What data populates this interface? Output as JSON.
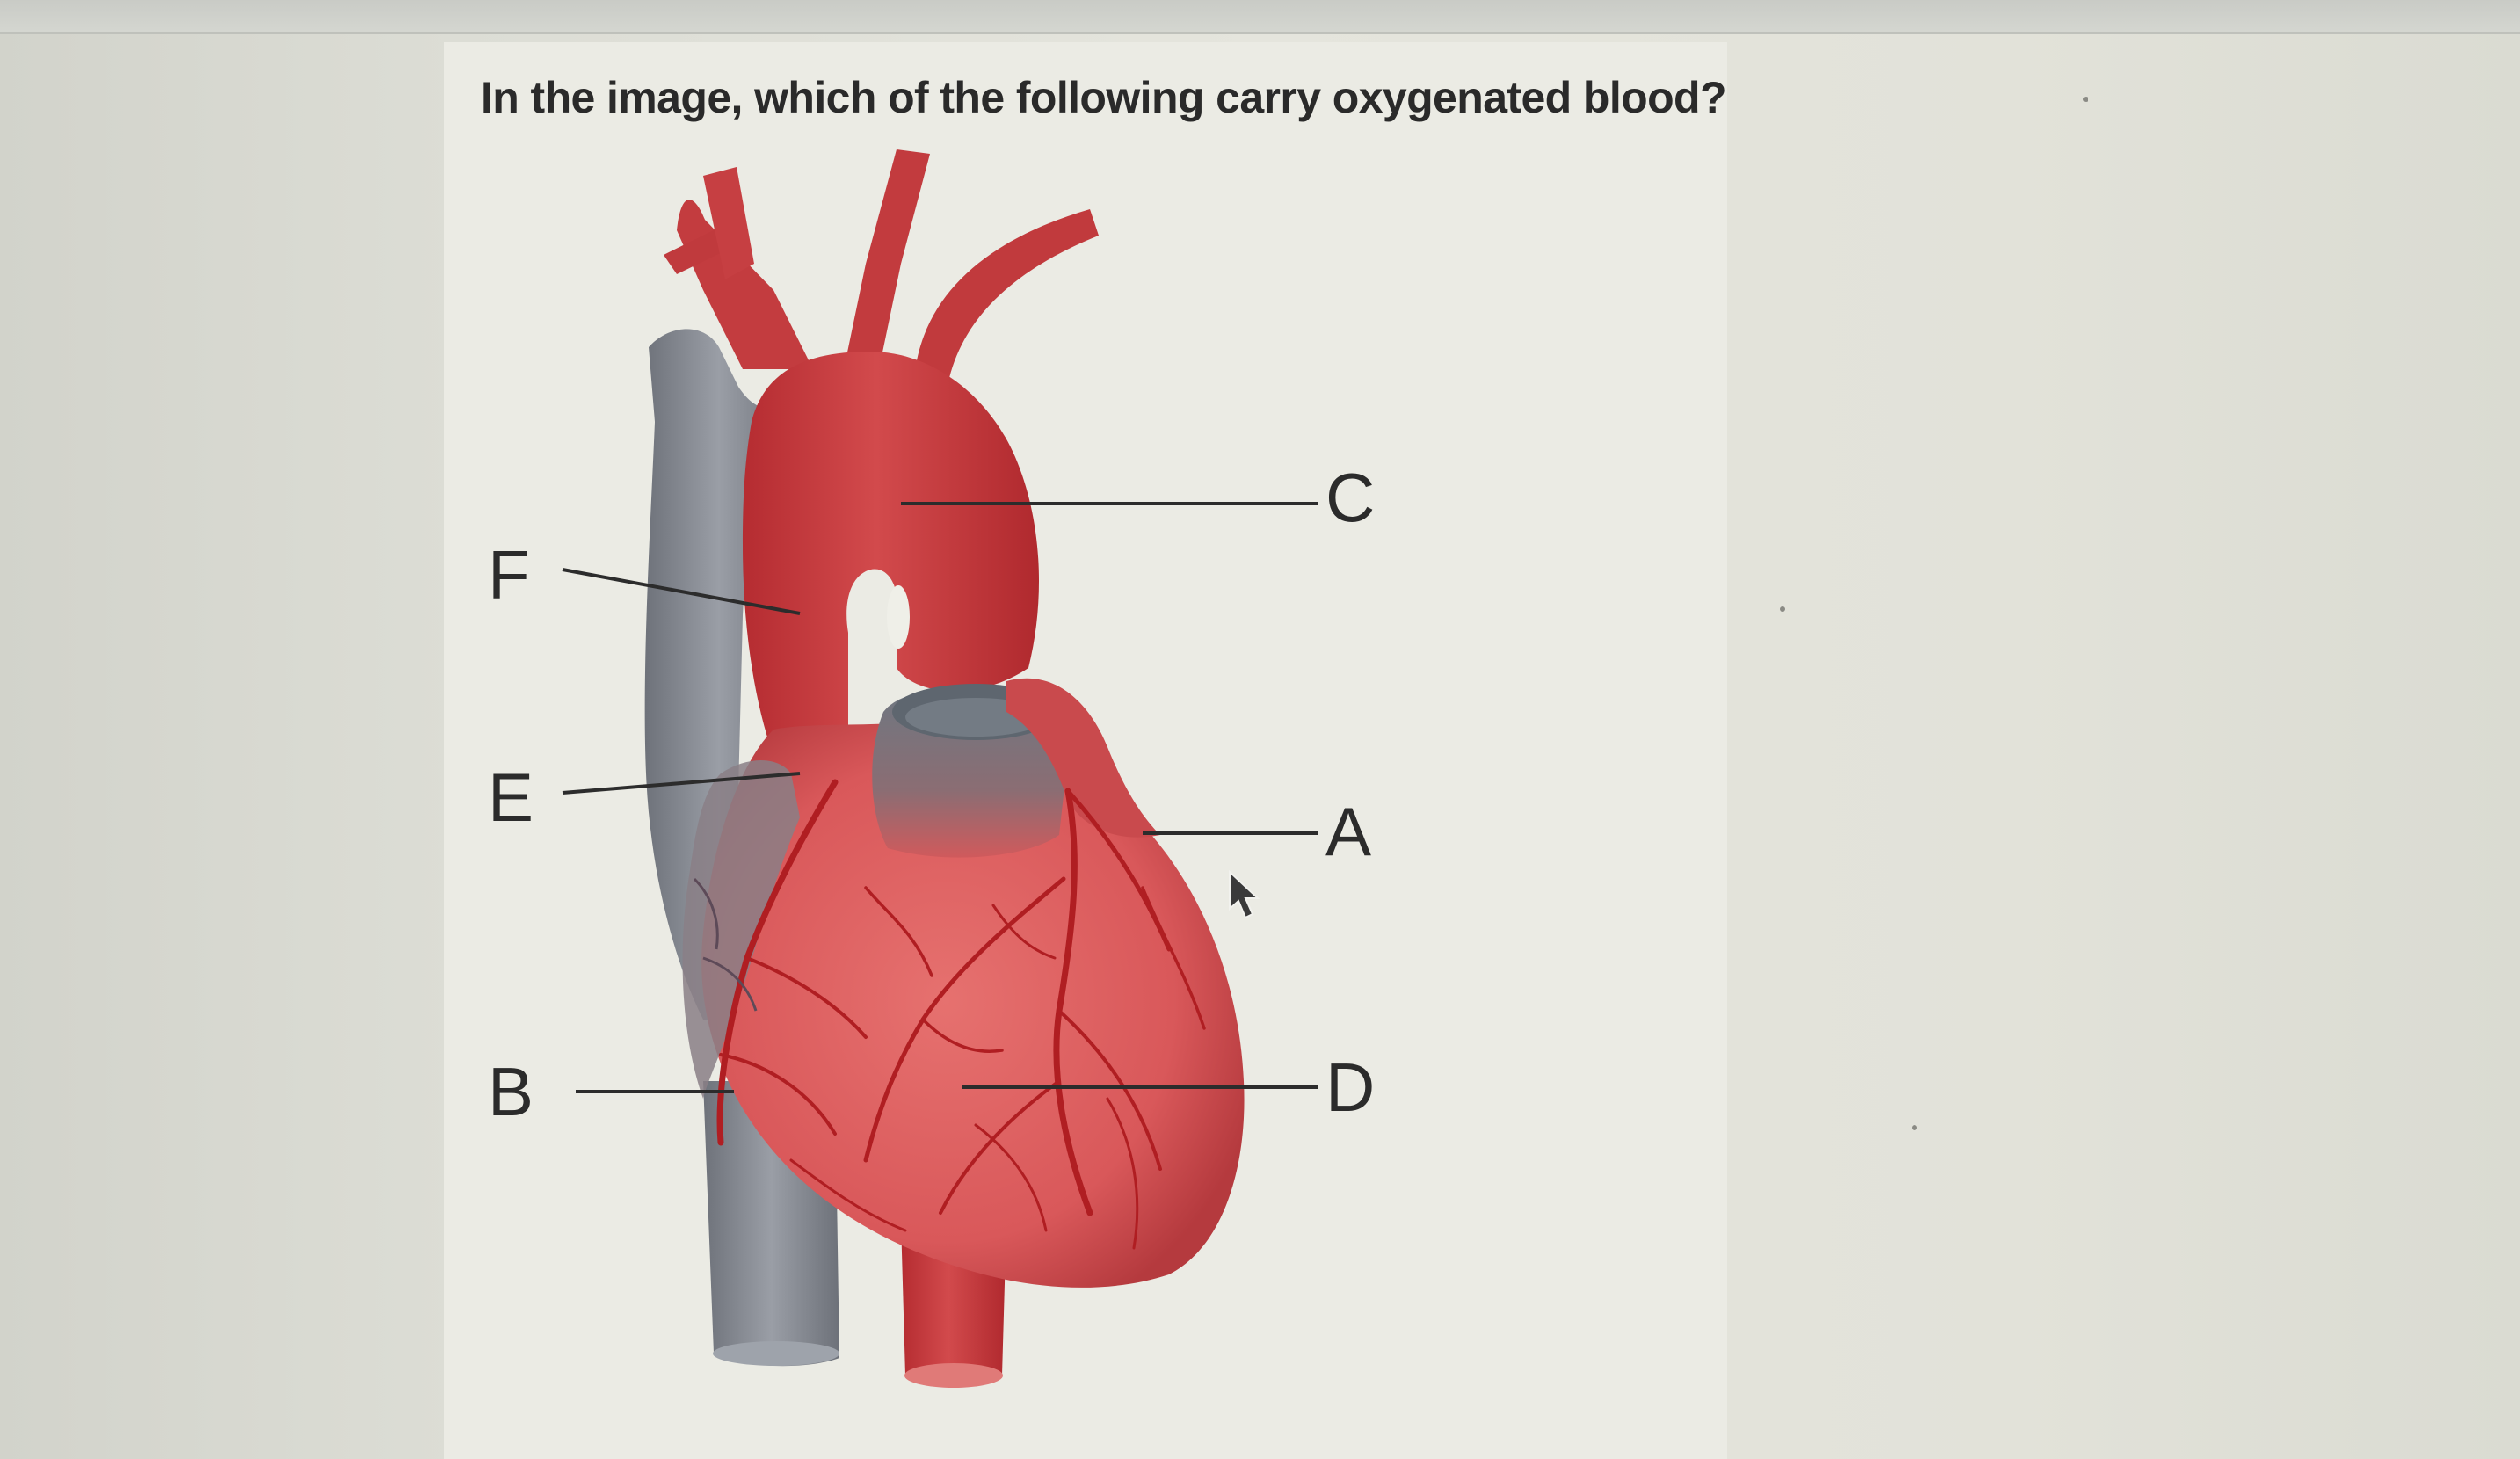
{
  "question": {
    "text": "In the image, which of the following carry oxygenated blood?"
  },
  "diagram": {
    "labels": {
      "a": "A",
      "b": "B",
      "c": "C",
      "d": "D",
      "e": "E",
      "f": "F"
    }
  },
  "colors": {
    "oxygenated_vessel": "#c63a3c",
    "deoxygenated_vessel": "#7d8189",
    "heart_muscle": "#d9585a",
    "coronary_artery": "#b01e22",
    "leader_line": "#2c2c2c",
    "question_text": "#2a2a2a"
  }
}
